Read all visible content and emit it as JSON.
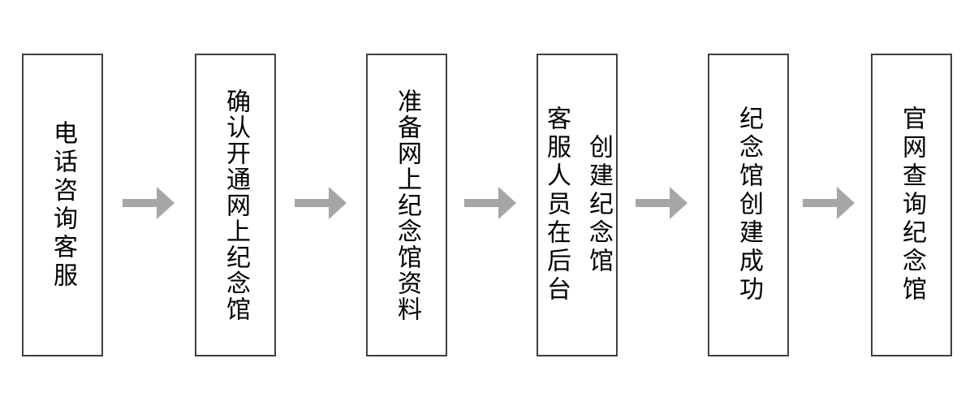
{
  "flowchart": {
    "type": "horizontal-process-flow",
    "steps": [
      {
        "label": "电话咨询客服",
        "lines": [
          "电话咨询客服"
        ]
      },
      {
        "label": "确认开通网上纪念馆",
        "lines": [
          "确认开通网上纪念馆"
        ]
      },
      {
        "label": "准备网上纪念馆资料",
        "lines": [
          "准备网上纪念馆资料"
        ]
      },
      {
        "label": "客服人员在后台创建纪念馆",
        "lines": [
          "客服人员在后台",
          "创建纪念馆"
        ]
      },
      {
        "label": "纪念馆创建成功",
        "lines": [
          "纪念馆创建成功"
        ]
      },
      {
        "label": "官网查询纪念馆",
        "lines": [
          "官网查询纪念馆"
        ]
      }
    ],
    "connectors": {
      "count": 5,
      "icon": "arrow-right-icon",
      "direction": "right"
    },
    "colors": {
      "background": "#ffffff",
      "box_border": "#404040",
      "box_fill": "#ffffff",
      "text": "#000000",
      "arrow": "#a6a6a6"
    }
  }
}
